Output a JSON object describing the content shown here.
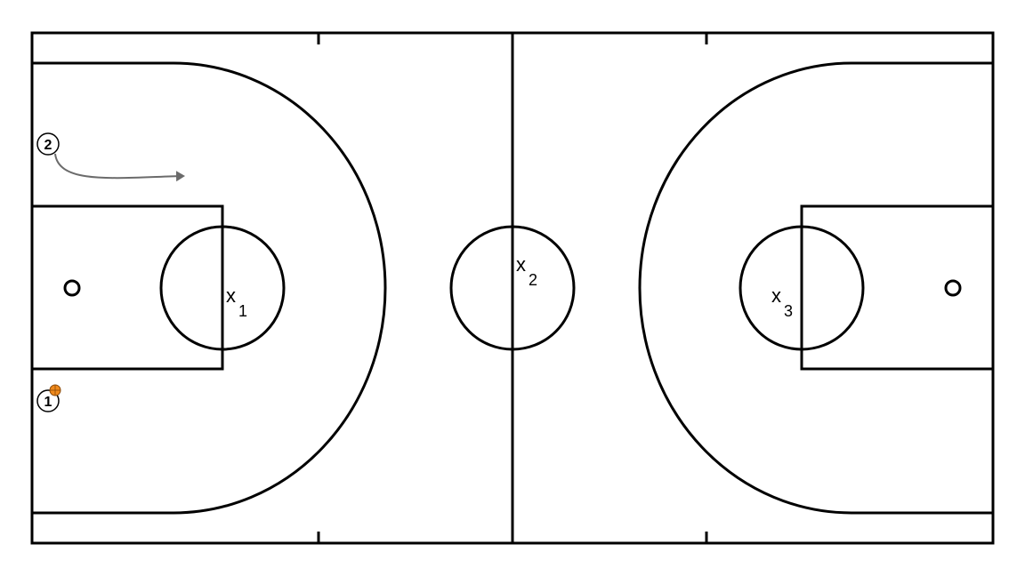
{
  "diagram": {
    "type": "basketball-full-court-play",
    "colors": {
      "court_lines": "#000000",
      "background": "#ffffff",
      "movement_arrow": "#6b6b6b",
      "ball": "#f08a1c"
    },
    "defenders": [
      {
        "symbol": "x",
        "number": "1"
      },
      {
        "symbol": "x",
        "number": "2"
      },
      {
        "symbol": "x",
        "number": "3"
      }
    ],
    "offense": [
      {
        "number": "2",
        "has_ball": false
      },
      {
        "number": "1",
        "has_ball": true
      }
    ],
    "icons": {
      "ball": "basketball-icon",
      "arrow": "movement-arrow-icon"
    }
  }
}
